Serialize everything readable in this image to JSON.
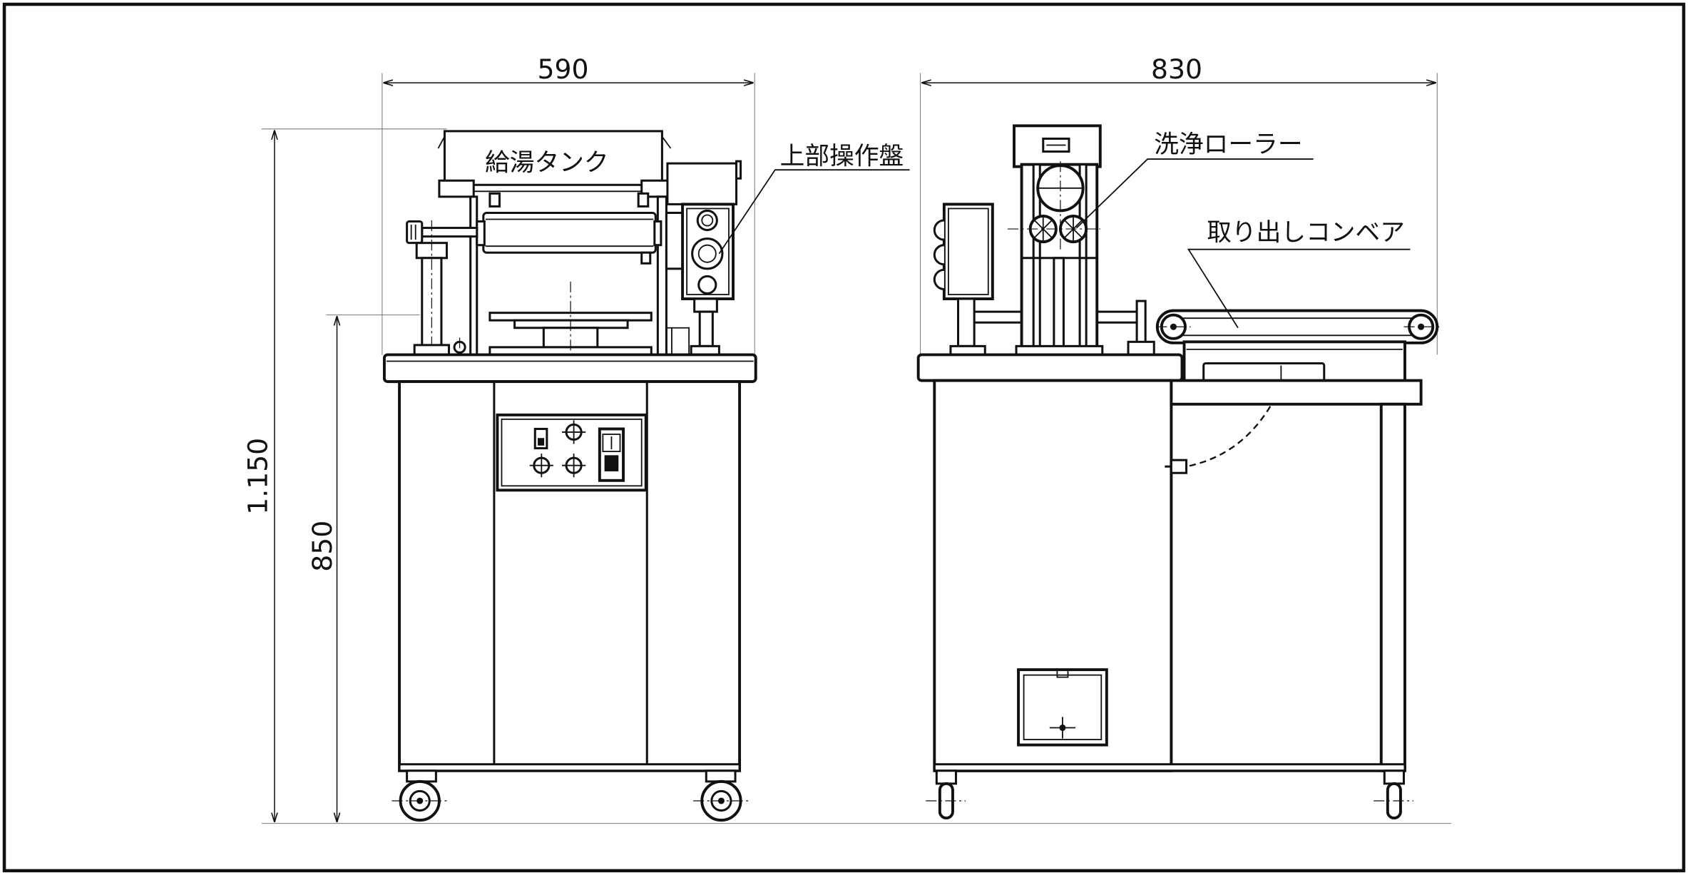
{
  "dimensions": {
    "front_width": "590",
    "side_depth": "830",
    "total_height": "1.150",
    "table_height": "850"
  },
  "labels": {
    "hot_water_tank": "給湯タンク",
    "upper_control_panel": "上部操作盤",
    "washing_roller": "洗浄ローラー",
    "take_out_conveyor": "取り出しコンベア"
  }
}
